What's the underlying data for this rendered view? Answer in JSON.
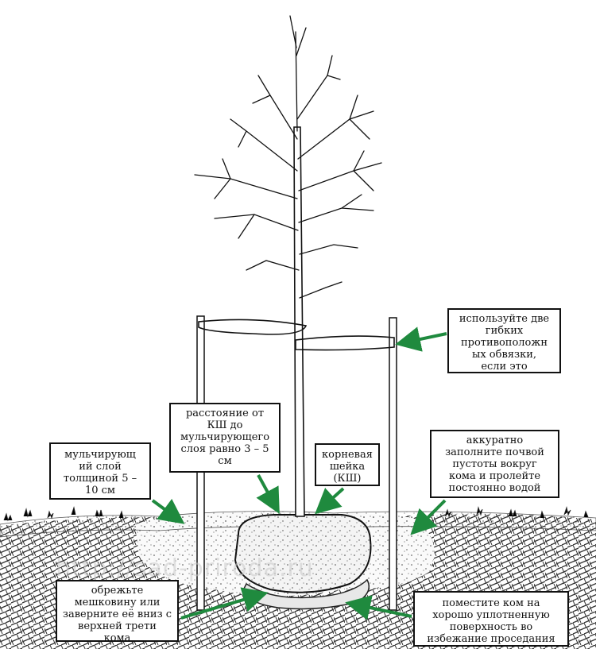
{
  "labels": {
    "ties": {
      "lines": [
        "используйте две",
        "гибких",
        "противоположн",
        "ых обвязки,",
        "если это"
      ]
    },
    "distance": {
      "lines": [
        "расстояние от",
        "КШ до",
        "мульчирующего",
        "слоя равно 3 – 5",
        "см"
      ]
    },
    "mulch": {
      "lines": [
        "мульчирующ",
        "ий слой",
        "толщиной 5 –",
        "10 см"
      ]
    },
    "root_collar": {
      "lines": [
        "корневая",
        "шейка",
        "(КШ)"
      ]
    },
    "fill_soil": {
      "lines": [
        "аккуратно",
        "заполните почвой",
        "пустоты вокруг",
        "кома и пролейте",
        "постоянно водой"
      ]
    },
    "burlap": {
      "lines": [
        "обрежьте",
        "мешковину или",
        "заверните её вниз с",
        "верхней трети",
        "кома"
      ]
    },
    "compact": {
      "lines": [
        "поместите ком на",
        "хорошо уплотненную",
        "поверхность во",
        "избежание проседания"
      ]
    }
  },
  "watermark": "http://sad-priroda.ru",
  "colors": {
    "arrow": "#1f8a3e",
    "ink": "#111111",
    "soil_hatch": "#333333"
  }
}
